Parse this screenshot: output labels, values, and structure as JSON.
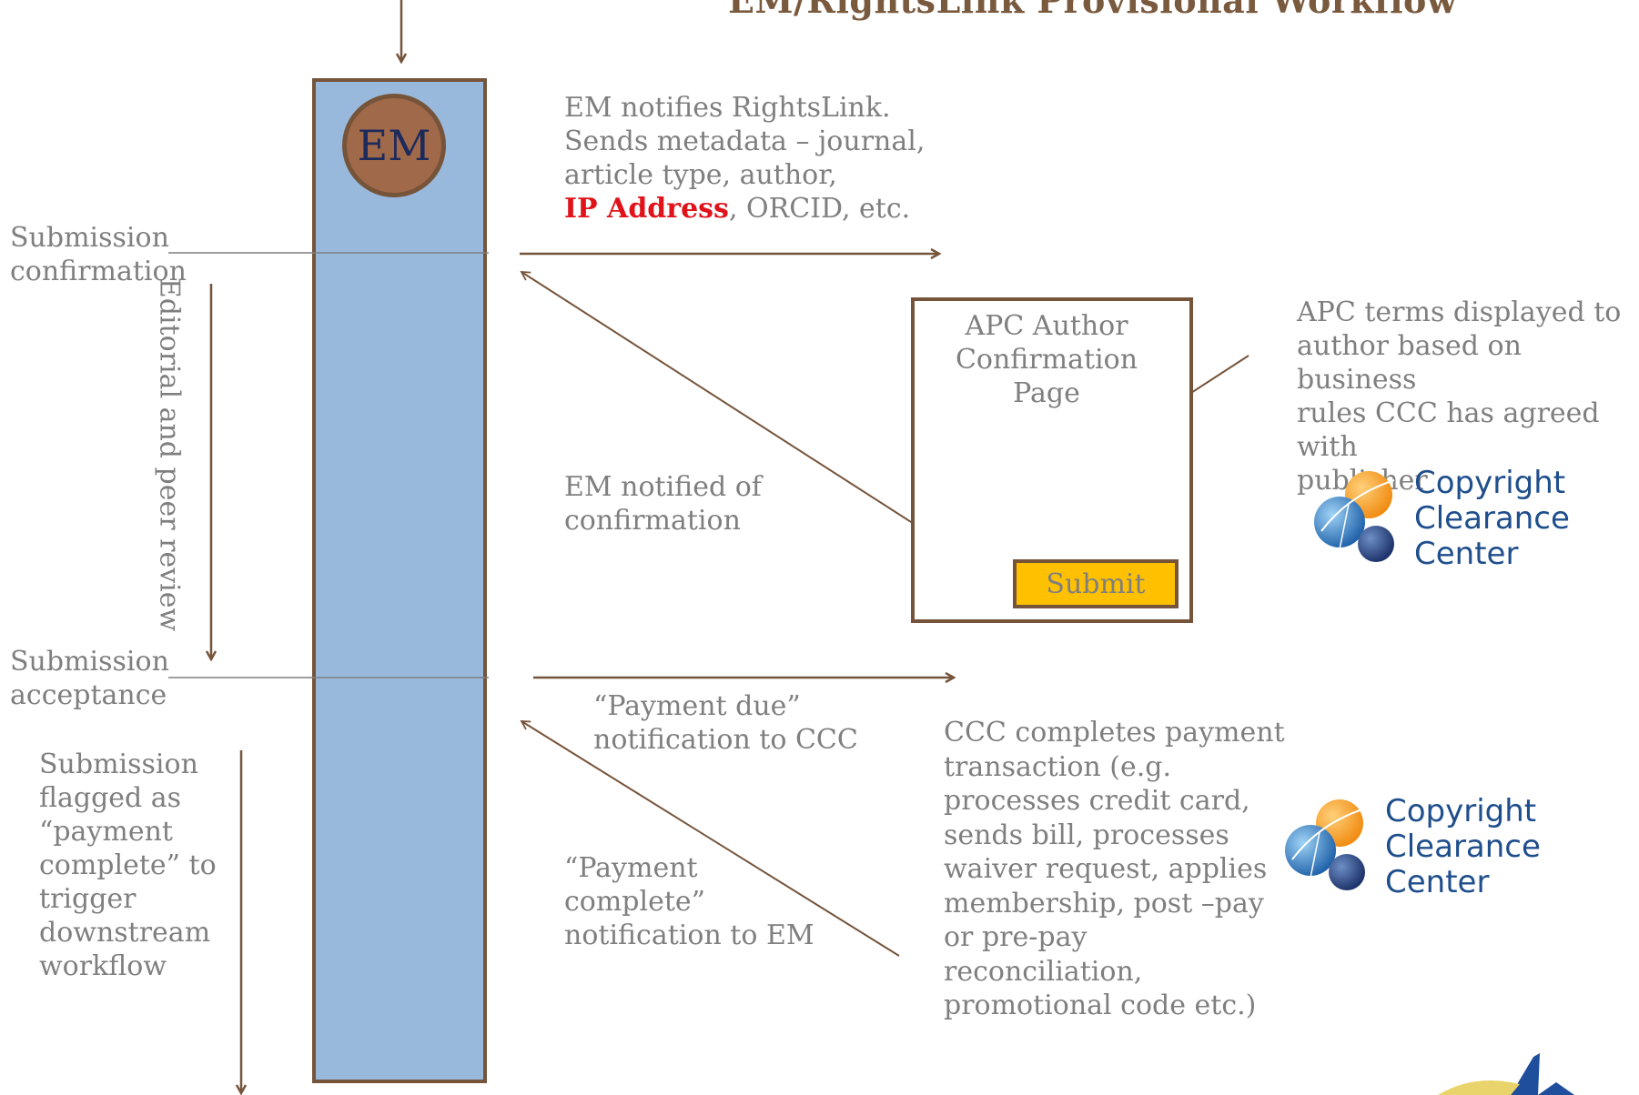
{
  "title": "EM/RightsLink Provisional Workflow",
  "em_label": "EM",
  "labels": {
    "submission_confirmation": "Submission\nconfirmation",
    "submission_acceptance": "Submission\nacceptance",
    "editorial_review": "Editorial and peer review",
    "flagged": "Submission\nflagged as\n“payment\ncomplete” to\ntrigger\ndownstream\nworkflow"
  },
  "notes": {
    "em_notifies_before": "EM notifies RightsLink.\nSends metadata – journal,\narticle type, author,\n",
    "em_notifies_highlight": "IP Address",
    "em_notifies_after": ", ORCID, etc.",
    "em_notified": "EM notified of\nconfirmation",
    "payment_due": "“Payment due”\nnotification to CCC",
    "payment_complete": "“Payment\ncomplete”\nnotification to EM",
    "apc_terms": "APC terms displayed to\nauthor based on business\nrules CCC has agreed with\npublisher",
    "ccc_completes": "CCC completes payment\ntransaction (e.g.\nprocesses credit card,\nsends bill, processes\nwaiver request, applies\nmembership, post –pay\nor pre-pay\nreconciliation,\npromotional code etc.)"
  },
  "apc_page": {
    "title": "APC Author\nConfirmation\nPage",
    "submit_label": "Submit"
  },
  "ccc_logo": {
    "text": "Copyright\nClearance\nCenter"
  },
  "colors": {
    "brown": "#76543a",
    "column_blue": "#99b9dc",
    "submit_yellow": "#ffc000",
    "highlight_red": "#e0121a",
    "text_gray": "#7f7f7f"
  }
}
